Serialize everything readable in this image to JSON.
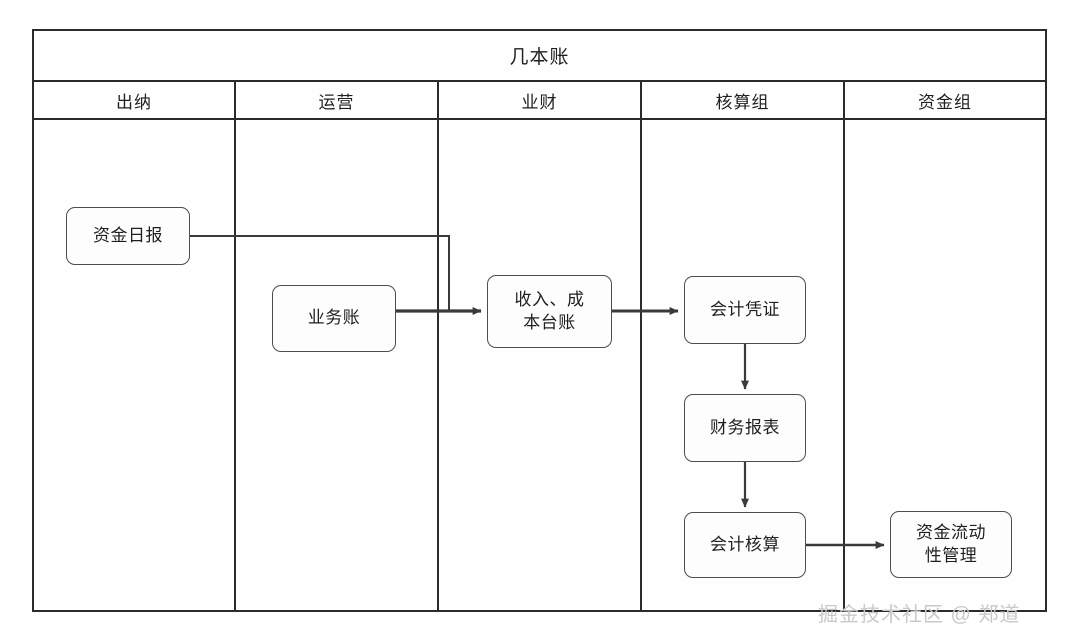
{
  "diagram": {
    "title": "几本账",
    "lanes": [
      {
        "id": "lane-cashier",
        "label": "出纳"
      },
      {
        "id": "lane-operation",
        "label": "运营"
      },
      {
        "id": "lane-bizfin",
        "label": "业财"
      },
      {
        "id": "lane-accounting",
        "label": "核算组"
      },
      {
        "id": "lane-treasury",
        "label": "资金组"
      }
    ],
    "nodes": [
      {
        "id": "node-capital-daily-report",
        "label": "资金日报"
      },
      {
        "id": "node-business-ledger",
        "label": "业务账"
      },
      {
        "id": "node-income-cost-ledger",
        "label": "收入、成\n本台账"
      },
      {
        "id": "node-accounting-voucher",
        "label": "会计凭证"
      },
      {
        "id": "node-financial-statements",
        "label": "财务报表"
      },
      {
        "id": "node-accounting-calculation",
        "label": "会计核算"
      },
      {
        "id": "node-liquidity-management",
        "label": "资金流动\n性管理"
      }
    ],
    "edges": [
      {
        "id": "edge-capital-daily-to-income-cost",
        "from": "资金日报",
        "to": "收入、成本台账"
      },
      {
        "id": "edge-business-ledger-to-income-cost",
        "from": "业务账",
        "to": "收入、成本台账"
      },
      {
        "id": "edge-income-cost-to-voucher",
        "from": "收入、成本台账",
        "to": "会计凭证"
      },
      {
        "id": "edge-voucher-to-statements",
        "from": "会计凭证",
        "to": "财务报表"
      },
      {
        "id": "edge-statements-to-calculation",
        "from": "财务报表",
        "to": "会计核算"
      },
      {
        "id": "edge-calculation-to-liquidity",
        "from": "会计核算",
        "to": "资金流动性管理"
      }
    ],
    "colors": {
      "table_border": "#2b2b2b",
      "node_border": "#4a4f55",
      "connector": "#3a3a3a",
      "text": "#1f1f1f",
      "background": "#ffffff",
      "watermark": "#c9c9c9"
    },
    "watermark": "掘金技术社区 @ 郑道"
  }
}
